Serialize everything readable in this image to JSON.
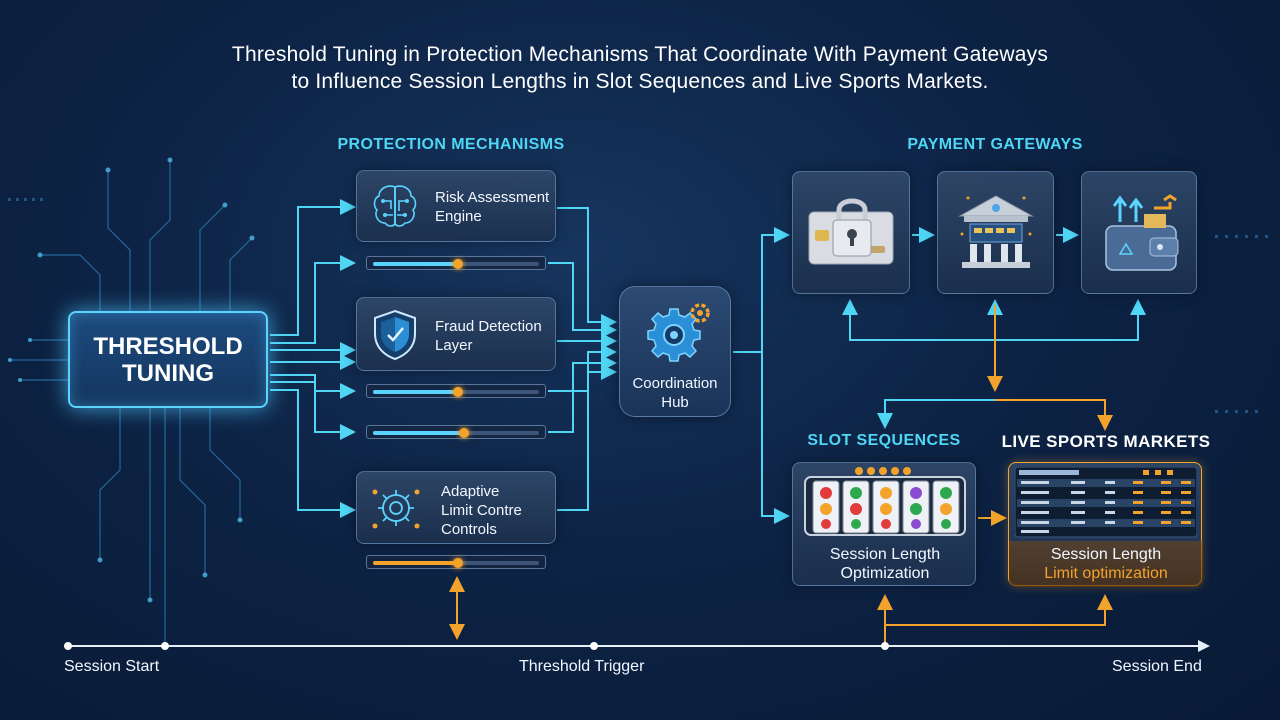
{
  "title": {
    "line1": "Threshold Tuning in Protection Mechanisms That Coordinate With Payment Gateways",
    "line2": "to Influence Session Lengths in Slot Sequences and Live Sports Markets."
  },
  "sections": {
    "protection": "PROTECTION MECHANISMS",
    "payment": "PAYMENT GATEWAYS",
    "slots": "SLOT SEQUENCES",
    "sports": "LIVE SPORTS MARKETS"
  },
  "threshold": {
    "line1": "THRESHOLD",
    "line2": "TUNING"
  },
  "protection_items": [
    {
      "line1": "Risk Assessment",
      "line2": "Engine",
      "icon": "brain-circuit-icon"
    },
    {
      "line1": "Fraud Detection",
      "line2": "Layer",
      "icon": "shield-icon"
    },
    {
      "line1": "Adaptive",
      "line2": "Limit Contre",
      "line3": "Controls",
      "icon": "gear-network-icon"
    }
  ],
  "sliders": [
    {
      "level": 0.51,
      "fill_color": "#5ad4ff"
    },
    {
      "level": 0.51,
      "fill_color": "#5ad4ff"
    },
    {
      "level": 0.55,
      "fill_color": "#5ad4ff"
    },
    {
      "level": 0.51,
      "fill_color": "#f3a32b"
    }
  ],
  "hub": {
    "line1": "Coordination",
    "line2": "Hub",
    "icon": "gear-icon"
  },
  "payment_icons": [
    "padlock-card-icon",
    "bank-icon",
    "wallet-icon"
  ],
  "slots": {
    "line1": "Session Length",
    "line2": "Optimization",
    "icon": "slot-machine-icon"
  },
  "sports": {
    "line1": "Session Length",
    "line2": "Limit optimization",
    "icon": "odds-table-icon"
  },
  "timeline": {
    "start": "Session Start",
    "trigger": "Threshold Trigger",
    "end": "Session End"
  },
  "colors": {
    "cyan": "#4fd6f5",
    "orange": "#f3a32b",
    "background": "#0d2345"
  }
}
